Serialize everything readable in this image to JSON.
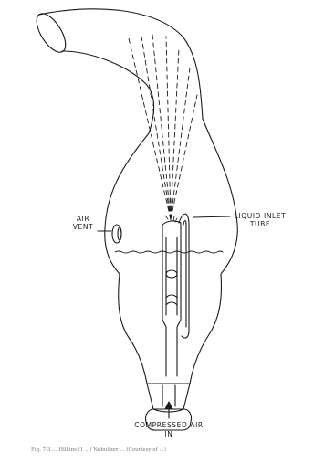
{
  "labels": {
    "air_vent_line1": "AIR",
    "air_vent_line2": "VENT",
    "liquid_inlet_line1": "LIQUID INLET",
    "liquid_inlet_line2": "TUBE",
    "compressed_air_line1": "COMPRESSED AIR",
    "compressed_air_line2": "IN"
  },
  "caption": "Fig. 7-3 ... Hilkins (1 ...) Nebulizer ... (Courtesy of ...)",
  "colors": {
    "ink": "#1a1a1a",
    "paper": "#ffffff",
    "caption": "#777777"
  }
}
